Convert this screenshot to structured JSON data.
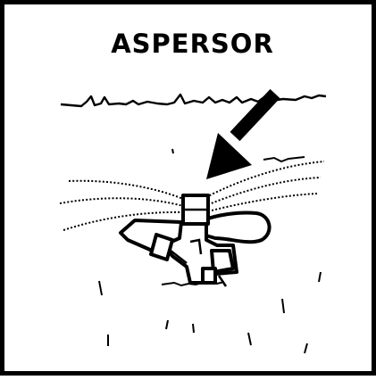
{
  "card": {
    "title": "ASPERSOR",
    "border_color": "#000000",
    "background": "#ffffff"
  },
  "illustration": {
    "subject": "sprinkler-icon",
    "parts": [
      "ground-line",
      "pointer-arrow",
      "water-spray",
      "sprinkler-head",
      "grass-marks"
    ]
  }
}
